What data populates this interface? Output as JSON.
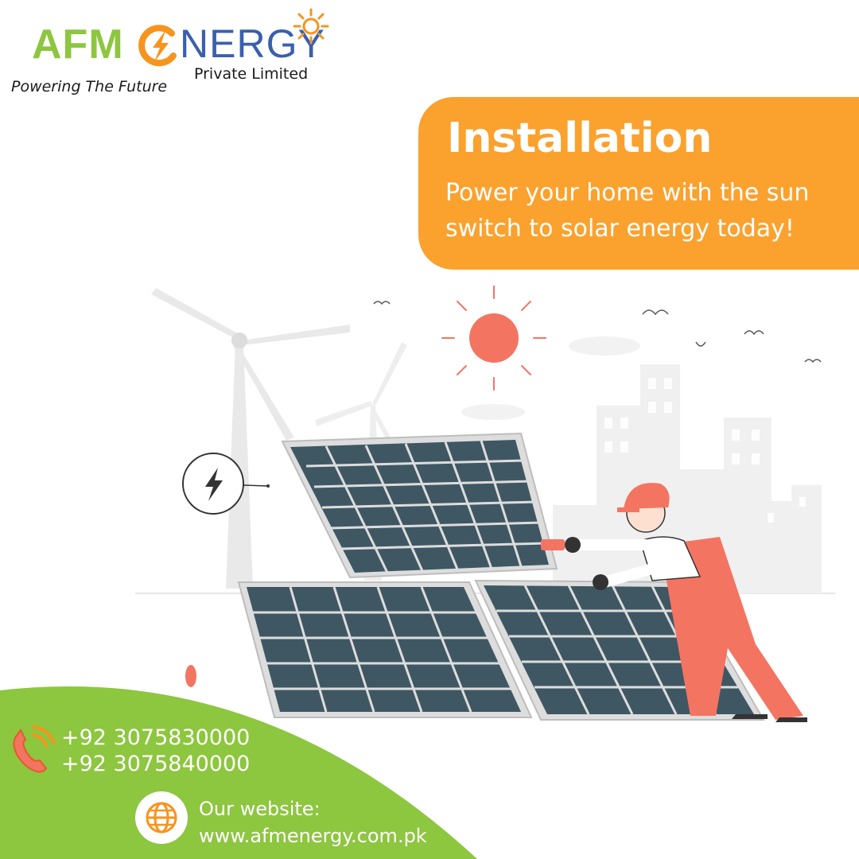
{
  "brand": {
    "logo_left": "AFM",
    "logo_right": "NERGY",
    "tagline": "Powering The Future",
    "company_type": "Private Limited",
    "green": "#8dc63f",
    "blue": "#3a5fae",
    "orange": "#f7941d"
  },
  "banner": {
    "title": "Installation",
    "line1": "Power your home with the sun",
    "line2": "switch to solar energy today!",
    "color": "#fba12e"
  },
  "illustration": {
    "icons": [
      "wind-turbine-icon",
      "sun-icon",
      "solar-panel-icon",
      "lightning-bolt-icon",
      "city-buildings-icon",
      "worker-icon",
      "bird-icon"
    ]
  },
  "contact": {
    "phone_icon": "phone-icon",
    "phones": [
      "+92 3075830000",
      "+92 3075840000"
    ],
    "website_icon": "globe-icon",
    "website_label": "Our website:",
    "website_url": "www.afmenergy.com.pk",
    "footer_color": "#8dc63f"
  }
}
